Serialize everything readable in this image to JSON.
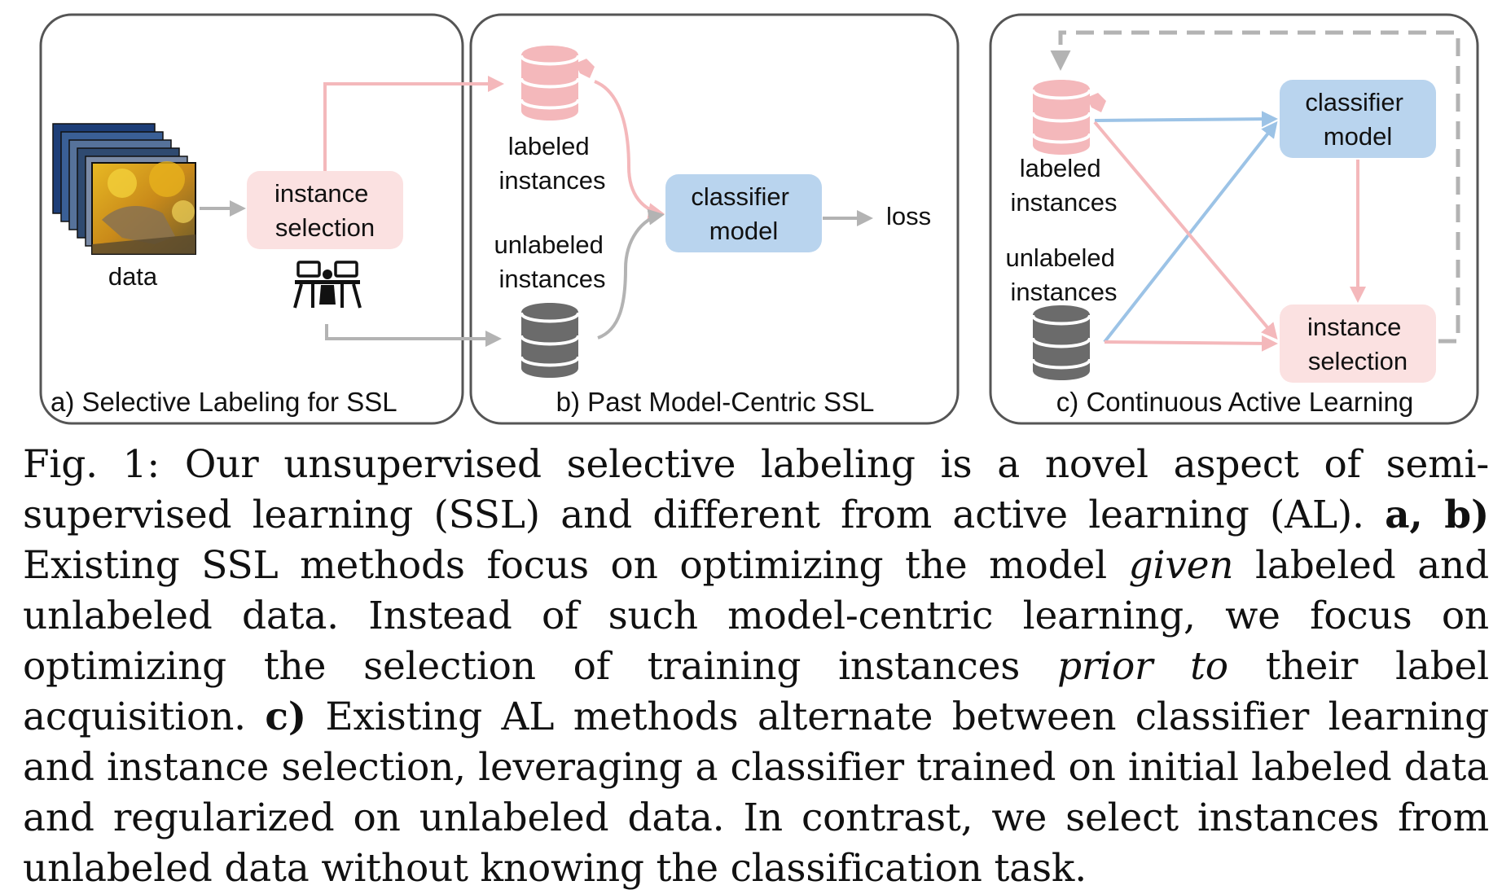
{
  "panels": [
    {
      "id": "a",
      "caption": "a) Selective Labeling for SSL"
    },
    {
      "id": "b",
      "caption": "b) Past Model-Centric SSL"
    },
    {
      "id": "c",
      "caption": "c) Continuous Active Learning"
    }
  ],
  "labels": {
    "data": "data",
    "instance_selection": [
      "instance",
      "selection"
    ],
    "labeled_instances": [
      "labeled",
      "instances"
    ],
    "unlabeled_instances": [
      "unlabeled",
      "instances"
    ],
    "classifier_model": [
      "classifier",
      "model"
    ],
    "loss": "loss"
  },
  "icons": [
    "photo-stack-icon",
    "annotators-icon",
    "labeled-database-icon",
    "unlabeled-database-icon"
  ],
  "colors": {
    "pink_box": "#fbe1e1",
    "blue_box": "#b9d4ee",
    "pink_arrow": "#f4b8bb",
    "blue_arrow": "#9cc3e6",
    "gray_arrow": "#b3b3b3",
    "labeled_db": "#f4b8bb",
    "unlabeled_db": "#6b6b6b",
    "panel_border": "#555555"
  },
  "caption": {
    "prefix": "Fig. 1: ",
    "s1": "Our unsupervised selective labeling is a novel aspect of semi-supervised learning (SSL) and different from active learning (AL). ",
    "b1": "a, b)",
    "s2": " Existing SSL methods focus on optimizing the model ",
    "i1": "given",
    "s3": " labeled and unlabeled data. Instead of such model-centric learning, we focus on optimizing the selection of training instances ",
    "i2": "prior to",
    "s4": " their label acquisition. ",
    "b2": "c)",
    "s5": " Existing AL methods alternate between classifier learning and instance selection, leveraging a classifier trained on initial labeled data and regularized on unlabeled data. In contrast, we select instances from unlabeled data without knowing the classification task."
  }
}
